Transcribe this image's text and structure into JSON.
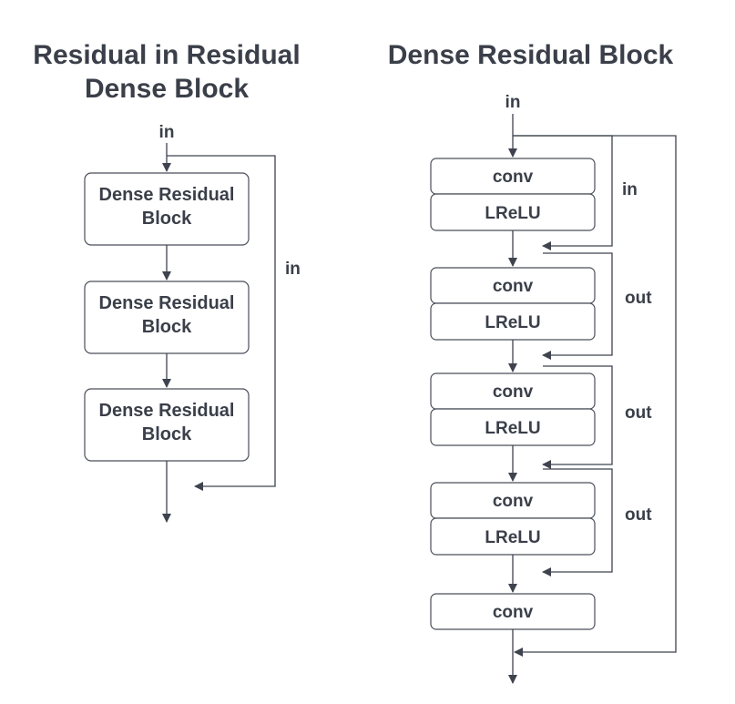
{
  "left": {
    "title_line1": "Residual in Residual",
    "title_line2": "Dense Block",
    "input_label": "in",
    "skip_label": "in",
    "blocks": [
      {
        "line1": "Dense Residual",
        "line2": "Block"
      },
      {
        "line1": "Dense Residual",
        "line2": "Block"
      },
      {
        "line1": "Dense Residual",
        "line2": "Block"
      }
    ]
  },
  "right": {
    "title": "Dense Residual Block",
    "input_label": "in",
    "layers": [
      {
        "conv": "conv",
        "act": "LReLU"
      },
      {
        "conv": "conv",
        "act": "LReLU"
      },
      {
        "conv": "conv",
        "act": "LReLU"
      },
      {
        "conv": "conv",
        "act": "LReLU"
      }
    ],
    "final_conv": "conv",
    "skip_labels": [
      "in",
      "out",
      "out",
      "out"
    ]
  },
  "colors": {
    "stroke": "#3e434d",
    "text": "#3a3f49",
    "background": "#ffffff"
  }
}
